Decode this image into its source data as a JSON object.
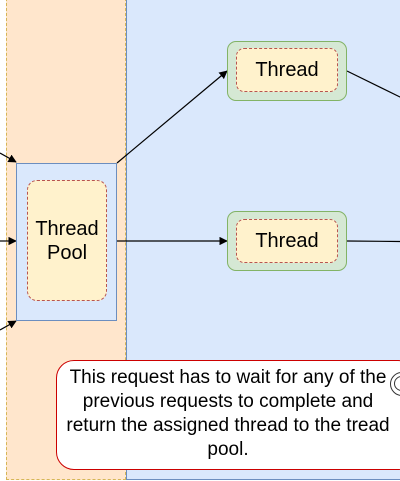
{
  "diagram": {
    "thread_pool": {
      "label": "Thread\nPool"
    },
    "threads": [
      {
        "label": "Thread"
      },
      {
        "label": "Thread"
      }
    ],
    "note": {
      "text": "This request has to wait for any of the previous requests to complete and return the assigned thread to the tread pool.",
      "icon": "info-circle-icon"
    },
    "colors": {
      "left_lane_fill": "#ffe6cc",
      "left_lane_border": "#d6b656",
      "right_lane_fill": "#dae8fc",
      "right_lane_border": "#6c8ebf",
      "thread_fill": "#d5e8d4",
      "thread_border": "#82b366",
      "inner_fill": "#fff2cc",
      "inner_border": "#b85450",
      "note_border": "#cc0000"
    }
  }
}
